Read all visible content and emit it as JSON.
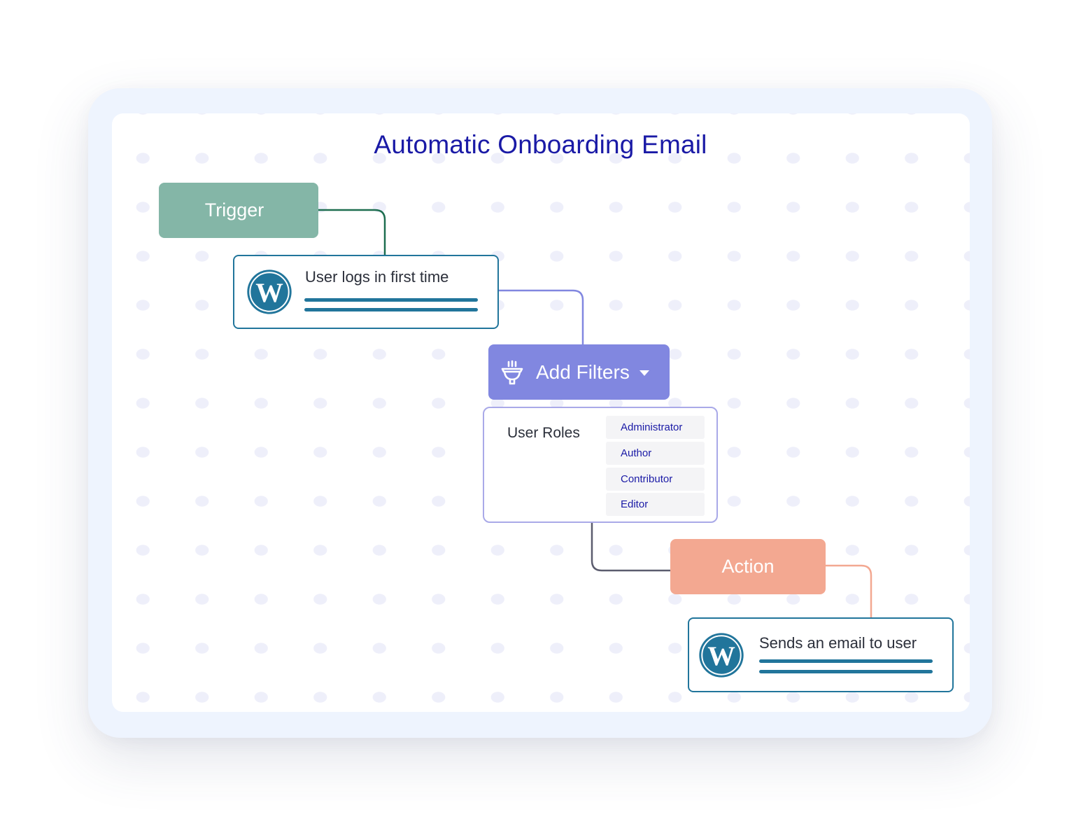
{
  "diagram": {
    "title": "Automatic Onboarding Email",
    "trigger": {
      "label": "Trigger",
      "color": "#84b6a7"
    },
    "trigger_step": {
      "label": "User logs in first time",
      "icon": "wordpress-icon"
    },
    "filter": {
      "label": "Add Filters",
      "icon": "funnel-icon",
      "color": "#8187e0"
    },
    "user_roles": {
      "label": "User Roles",
      "options": [
        "Administrator",
        "Author",
        "Contributor",
        "Editor"
      ]
    },
    "action": {
      "label": "Action",
      "color": "#f3a891"
    },
    "action_step": {
      "label": "Sends an email to user",
      "icon": "wordpress-icon"
    },
    "colors": {
      "title": "#1a1aa6",
      "card_border": "#21759b",
      "trigger_connector": "#1e6e50",
      "filter_connector": "#8187e0",
      "roles_connector": "#5b5c6e",
      "action_connector": "#f3a891"
    }
  }
}
